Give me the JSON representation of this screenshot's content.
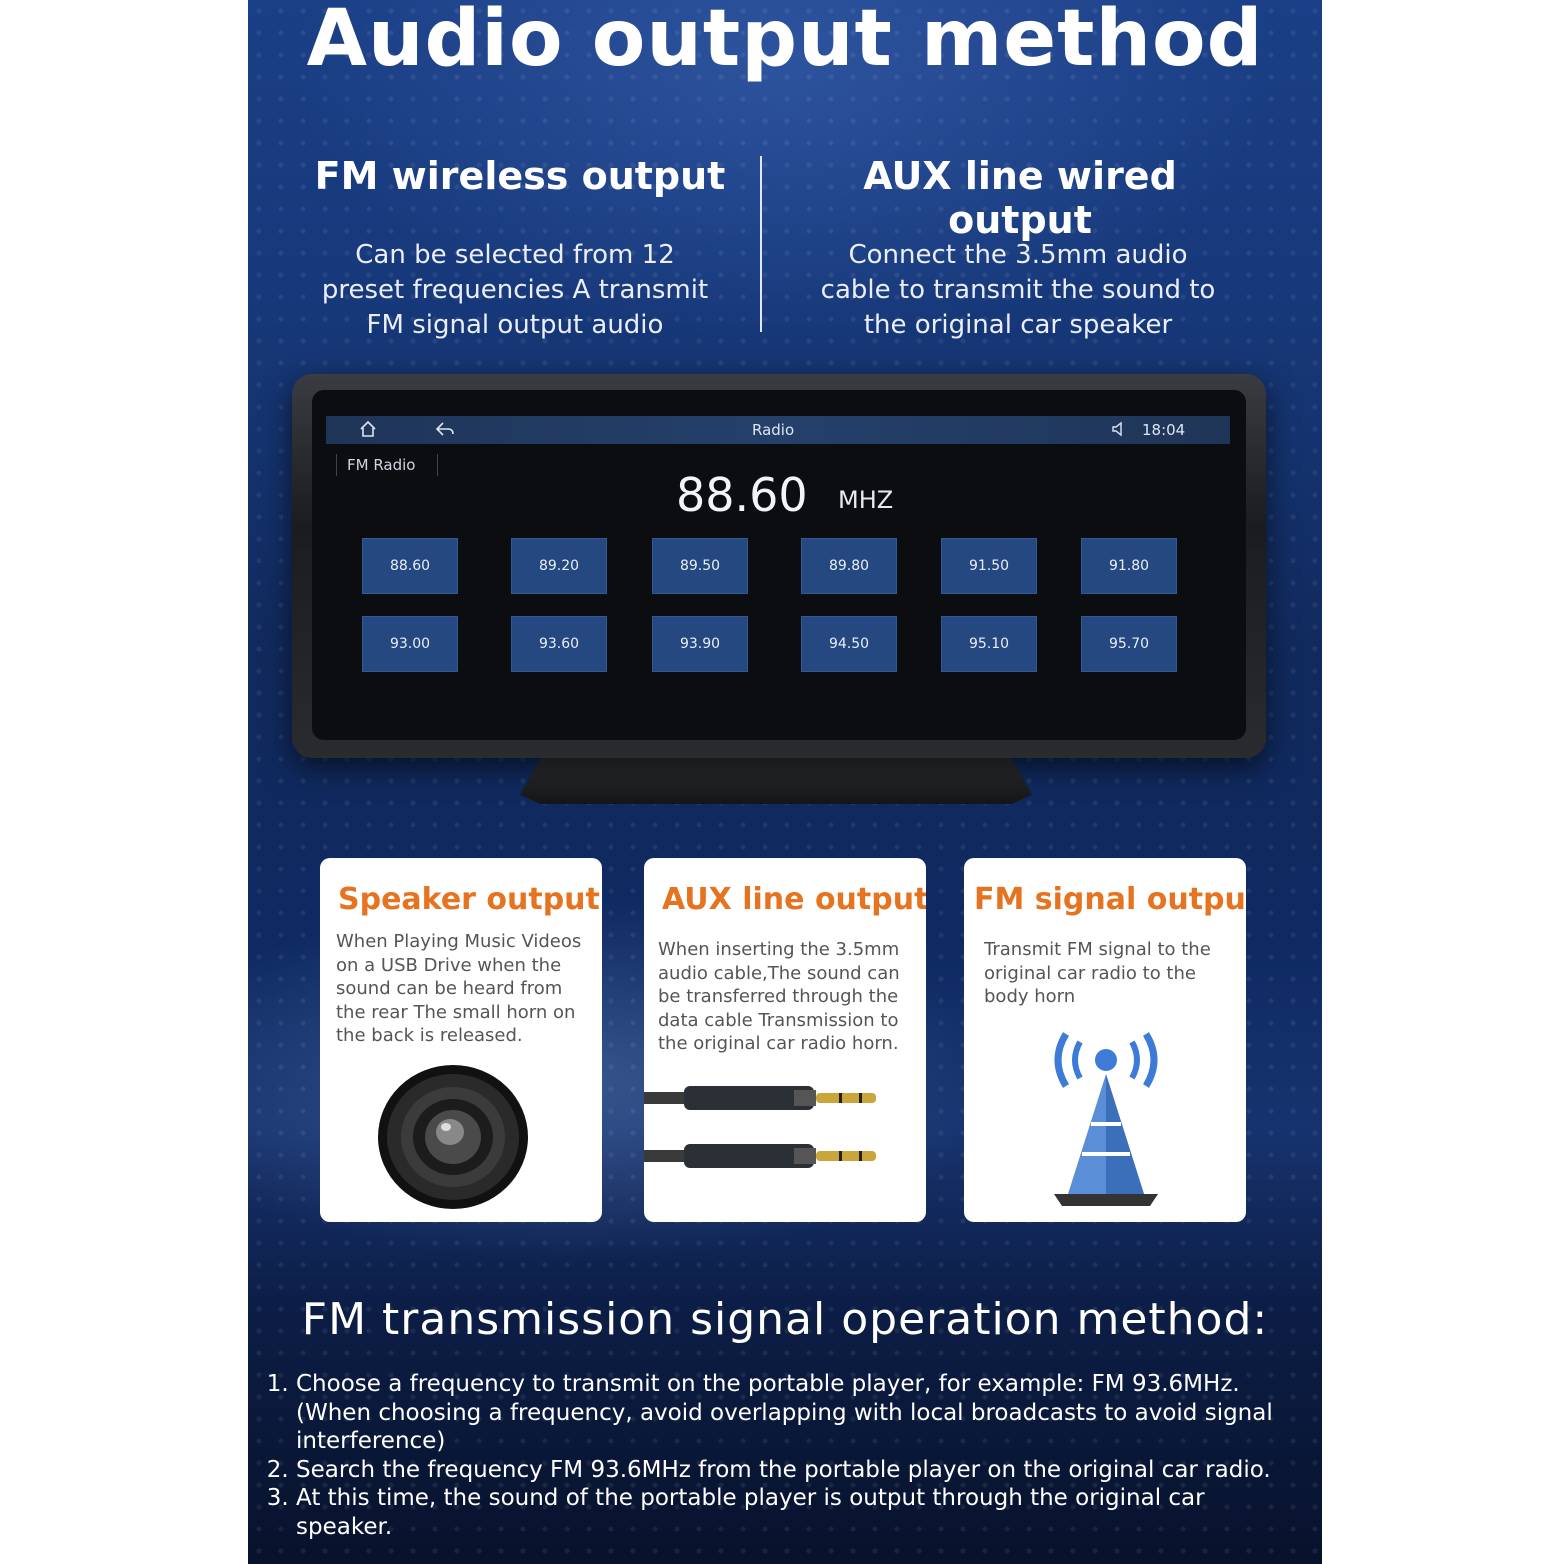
{
  "header": {
    "title": "Audio output method"
  },
  "columns": [
    {
      "title": "FM wireless output",
      "lines": [
        "Can be selected from 12",
        "preset frequencies A transmit",
        "FM signal output audio"
      ]
    },
    {
      "title": "AUX line wired output",
      "lines": [
        "Connect the 3.5mm audio",
        "cable to transmit the sound to",
        "the original car speaker"
      ]
    }
  ],
  "device": {
    "status": {
      "title": "Radio",
      "time": "18:04"
    },
    "tab_label": "FM Radio",
    "frequency": "88.60",
    "unit": "MHZ",
    "presets": [
      "88.60",
      "89.20",
      "89.50",
      "89.80",
      "91.50",
      "91.80",
      "93.00",
      "93.60",
      "93.90",
      "94.50",
      "95.10",
      "95.70"
    ]
  },
  "cards": [
    {
      "title": "Speaker output",
      "lines": [
        "When Playing Music Videos",
        "on a USB Drive when the",
        "sound can be heard from",
        "the rear The small horn on",
        "the back is released."
      ]
    },
    {
      "title": "AUX line output",
      "lines": [
        "When inserting the 3.5mm",
        "audio cable,The sound can",
        "be transferred through the",
        "data cable Transmission to",
        "the original car radio horn."
      ]
    },
    {
      "title": "FM signal output",
      "lines": [
        "Transmit FM signal to the",
        "original car radio to the",
        "body horn"
      ]
    }
  ],
  "operation": {
    "title": "FM transmission signal operation method:",
    "steps": [
      [
        "Choose a frequency to transmit on the portable player, for example: FM 93.6MHz.",
        "(When choosing a frequency, avoid overlapping with local broadcasts to avoid signal",
        "interference)"
      ],
      [
        "Search the frequency FM 93.6MHz from the portable player on the original car radio."
      ],
      [
        "At this time, the sound of the portable player is output through the original car",
        "speaker."
      ]
    ]
  },
  "colors": {
    "card_title": "#e6731f",
    "preset_bg": "#24487f",
    "status_bar": "#24406b"
  },
  "icons": [
    "home-icon",
    "back-icon",
    "volume-icon",
    "speaker-icon",
    "aux-cable-icon",
    "antenna-icon"
  ]
}
